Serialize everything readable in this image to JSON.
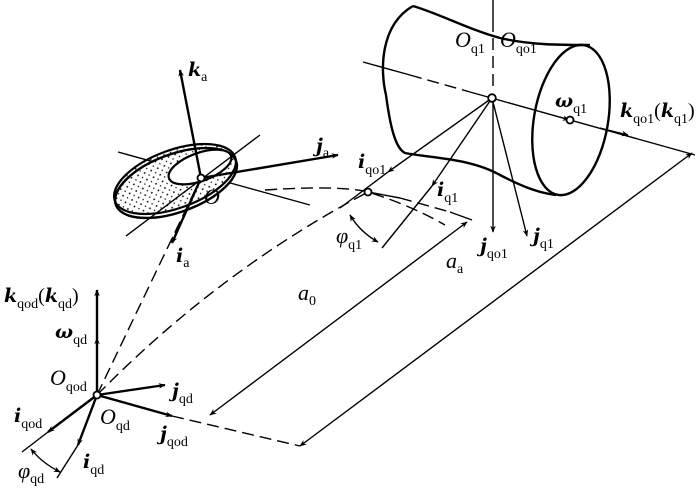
{
  "labels": {
    "k_a": {
      "main": "k",
      "sub": "a"
    },
    "j_a": {
      "main": "j",
      "sub": "a"
    },
    "i_a": {
      "main": "i",
      "sub": "a"
    },
    "O": {
      "main": "O"
    },
    "O_q1": {
      "main": "O",
      "sub": "q1"
    },
    "O_qo1": {
      "main": "O",
      "sub": "qo1"
    },
    "omega_q1": {
      "main": "ω",
      "sub": "q1"
    },
    "k_qo1": {
      "main": "k",
      "sub": "qo1",
      "paren_main": "k",
      "paren_sub": "q1"
    },
    "i_qo1": {
      "main": "i",
      "sub": "qo1"
    },
    "i_q1": {
      "main": "i",
      "sub": "q1"
    },
    "j_qo1": {
      "main": "j",
      "sub": "qo1"
    },
    "j_q1": {
      "main": "j",
      "sub": "q1"
    },
    "phi_q1": {
      "main": "φ",
      "sub": "q1"
    },
    "a0": {
      "main": "a",
      "sub": "0"
    },
    "aa": {
      "main": "a",
      "sub": "a"
    },
    "k_qod": {
      "main": "k",
      "sub": "qod",
      "paren_main": "k",
      "paren_sub": "qd"
    },
    "omega_qd": {
      "main": "ω",
      "sub": "qd"
    },
    "O_qod": {
      "main": "O",
      "sub": "qod"
    },
    "j_qd": {
      "main": "j",
      "sub": "qd"
    },
    "O_qd": {
      "main": "O",
      "sub": "qd"
    },
    "j_qod": {
      "main": "j",
      "sub": "qod"
    },
    "i_qod": {
      "main": "i",
      "sub": "qod"
    },
    "i_qd": {
      "main": "i",
      "sub": "qd"
    },
    "phi_qd": {
      "main": "φ",
      "sub": "qd"
    }
  }
}
